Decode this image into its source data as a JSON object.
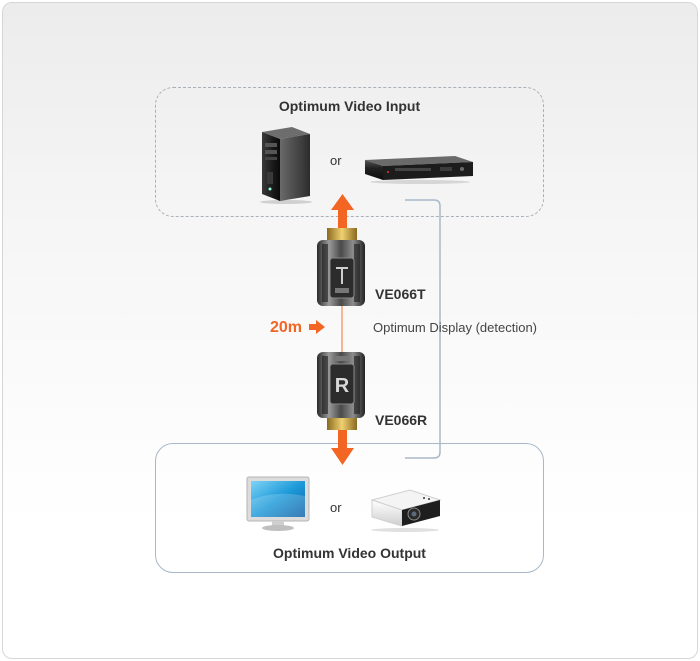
{
  "input_box": {
    "title": "Optimum Video Input",
    "or_label": "or"
  },
  "output_box": {
    "title": "Optimum Video Output",
    "or_label": "or"
  },
  "transmitter": {
    "model": "VE066T",
    "icon": "dvi-transmitter-icon"
  },
  "receiver": {
    "model": "VE066R",
    "icon": "dvi-receiver-icon"
  },
  "distance": {
    "label": "20m"
  },
  "feedback_line": {
    "label": "Optimum Display (detection)"
  },
  "colors": {
    "arrow": "#f26522",
    "feedback_line": "#a8b8c8",
    "dashed_border": "#a9b0b8"
  }
}
